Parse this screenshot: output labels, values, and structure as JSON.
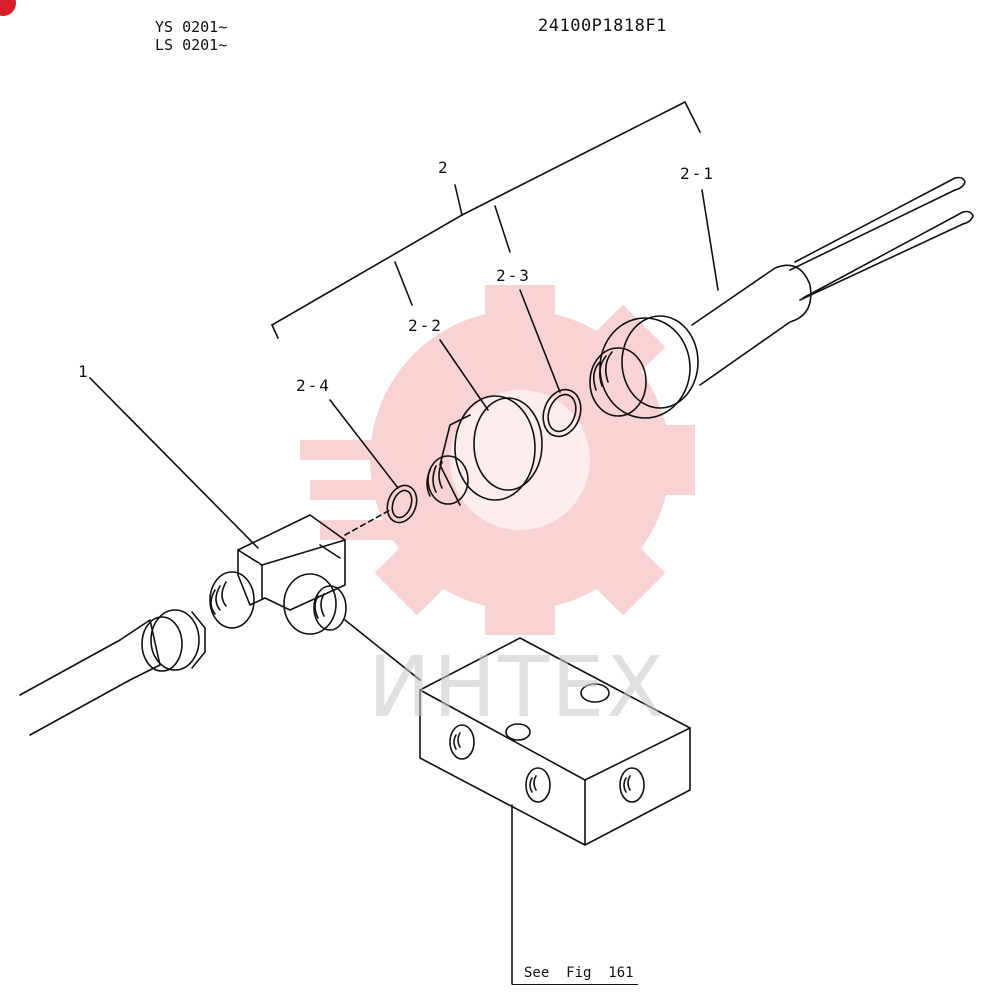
{
  "header": {
    "serial_line_1": "YS 0201~",
    "serial_line_2": "LS 0201~",
    "drawing_number": "24100P1818F1"
  },
  "callouts": {
    "part_1": "1",
    "part_2": "2",
    "part_2_1": "2-1",
    "part_2_2": "2-2",
    "part_2_3": "2-3",
    "part_2_4": "2-4"
  },
  "reference": {
    "see_fig": "See  Fig  161"
  },
  "watermark": {
    "text": "ИНТЕХ",
    "color": "#f08080"
  },
  "colors": {
    "line": "#111111",
    "watermark_red": "#f2a0a0",
    "corner_mark": "#d71e2a"
  }
}
